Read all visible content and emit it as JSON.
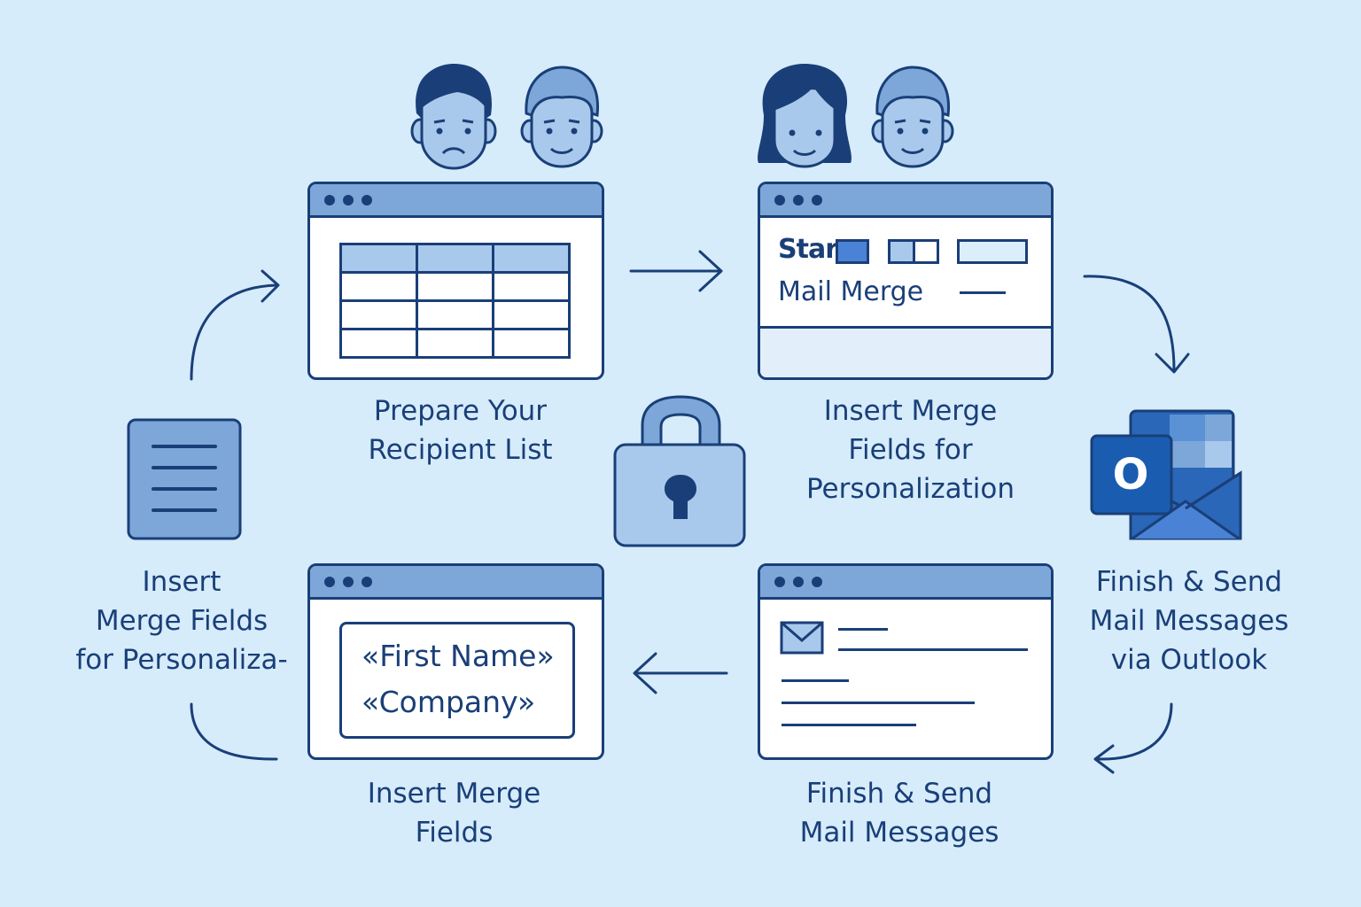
{
  "colors": {
    "background": "#d6ecfb",
    "ink": "#1a3f78",
    "accent": "#7da7d8",
    "light": "#a9c9ec",
    "outlook_blue": "#2b67b8"
  },
  "steps": {
    "prepare": {
      "label": "Prepare Your\nRecipient List"
    },
    "start": {
      "label": "Insert Merge\nFields for\nPersonalization",
      "window_line1": "Star",
      "window_line2": "Mail Merge"
    },
    "outlook": {
      "label": "Finish & Send\nMail Messages\nvia Outlook",
      "icon_letter": "O"
    },
    "finish": {
      "label": "Finish & Send\nMail Messages"
    },
    "insert": {
      "label": "Insert Merge\nFields",
      "field1": "«First Name»",
      "field2": "«Company»"
    },
    "document": {
      "label": "Insert\nMerge Fields\nfor Personaliza-"
    }
  },
  "icons": [
    "person-icon",
    "document-icon",
    "lock-icon",
    "outlook-icon",
    "envelope-icon",
    "arrow-icon"
  ]
}
